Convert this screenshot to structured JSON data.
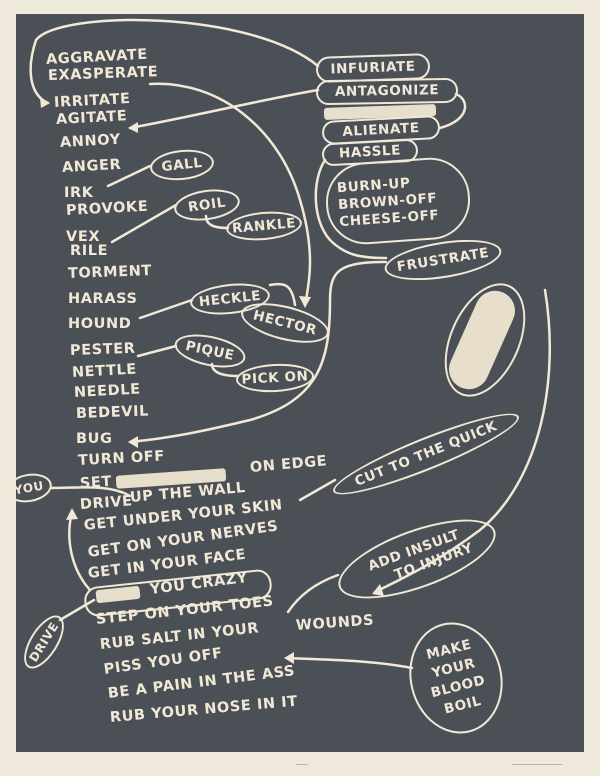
{
  "artwork": {
    "left_column": [
      "AGGRAVATE",
      "EXASPERATE",
      "IRRITATE",
      "AGITATE",
      "ANNOY",
      "ANGER",
      "IRK",
      "PROVOKE",
      "VEX",
      "RILE",
      "TORMENT",
      "HARASS",
      "HOUND",
      "PESTER",
      "NETTLE",
      "NEEDLE",
      "BEDEVIL",
      "BUG",
      "TURN OFF",
      "SET",
      "ON EDGE",
      "DRIVE",
      "UP THE WALL",
      "GET UNDER YOUR SKIN",
      "GET ON YOUR NERVES",
      "GET IN YOUR FACE",
      "YOU CRAZY",
      "STEP ON YOUR TOES",
      "RUB SALT IN YOUR",
      "WOUNDS",
      "PISS YOU OFF",
      "BE A PAIN IN THE ASS",
      "RUB YOUR NOSE IN IT"
    ],
    "ovals": {
      "infuriate": "INFURIATE",
      "antagonize": "ANTAGONIZE",
      "alienate": "ALIENATE",
      "hassle": "HASSLE",
      "burn_up": "BURN-UP",
      "brown_off": "BROWN-OFF",
      "cheese_off": "CHEESE-OFF",
      "frustrate": "FRUSTRATE",
      "gall": "GALL",
      "roil": "ROIL",
      "rankle": "RANKLE",
      "heckle": "HECKLE",
      "hector": "HECTOR",
      "pique": "PIQUE",
      "pick_on": "PICK ON",
      "cut_quick": "CUT TO THE QUICK",
      "you": "YOU",
      "drive": "DRIVE",
      "add_insult_1": "ADD INSULT",
      "add_insult_2": "TO INJURY",
      "blood_1": "MAKE",
      "blood_2": "YOUR",
      "blood_3": "BLOOD",
      "blood_4": "BOIL"
    },
    "colors": {
      "paper": "#efe9dc",
      "panel": "#4b5057",
      "ink": "#f1e9d6"
    }
  }
}
